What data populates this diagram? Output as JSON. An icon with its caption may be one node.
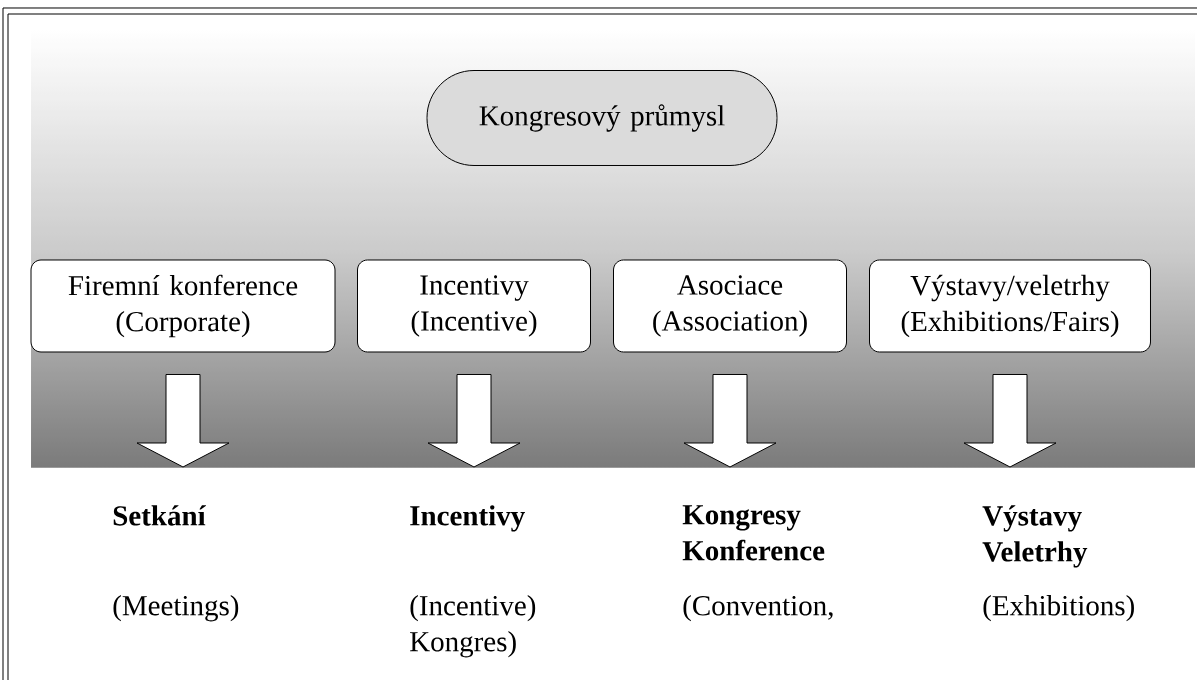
{
  "diagram": {
    "nodes": [
      {
        "text": [
          "Kongresový průmysl"
        ]
      },
      {
        "text": [
          "Firemní konference (Corporate)"
        ]
      },
      {
        "text": [
          "Incentivy (Incentive)"
        ]
      },
      {
        "text": [
          "Asociace (Association)"
        ]
      },
      {
        "text": [
          "Výstavy/veletrhy (Exhibitions/Fairs)"
        ]
      },
      {
        "text": [
          "Setkání",
          "(Meetings)"
        ]
      },
      {
        "text": [
          "Incentivy",
          "(Incentive) Kongres)"
        ]
      },
      {
        "text": [
          "Kongresy Konference",
          "(Convention,"
        ]
      },
      {
        "text": [
          "Výstavy Veletrhy",
          "(Exhibitions)"
        ]
      }
    ],
    "edges": [
      {
        "from": 1,
        "to": 5,
        "arrow": "to"
      },
      {
        "from": 2,
        "to": 6,
        "arrow": "to"
      },
      {
        "from": 3,
        "to": 7,
        "arrow": "to"
      },
      {
        "from": 4,
        "to": 8,
        "arrow": "to"
      }
    ]
  }
}
